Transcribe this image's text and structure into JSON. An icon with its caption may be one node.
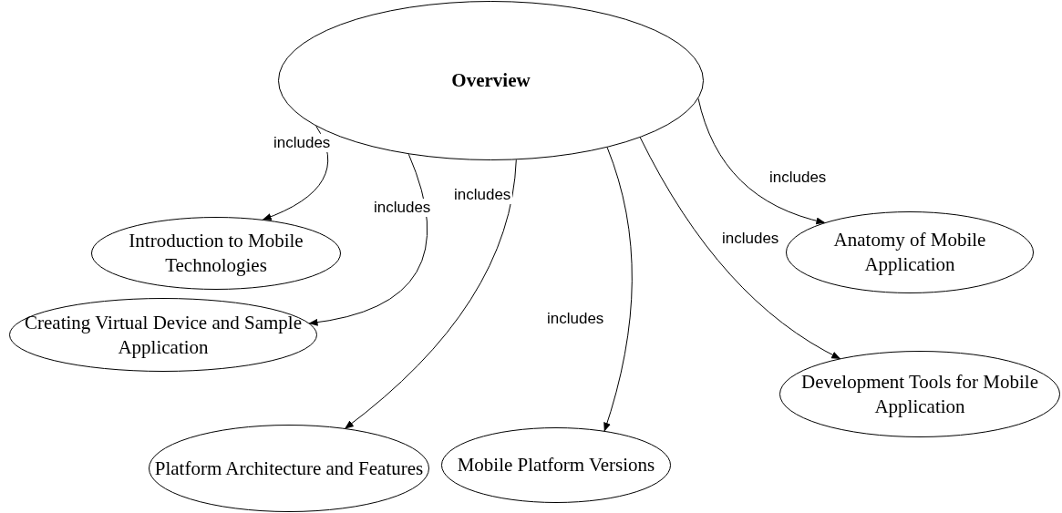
{
  "diagram": {
    "nodes": [
      {
        "text": [
          "Overview"
        ]
      },
      {
        "text": [
          "Introduction to Mobile Technologies"
        ]
      },
      {
        "text": [
          "Creating Virtual Device and Sample Application"
        ]
      },
      {
        "text": [
          "Platform Architecture and Features"
        ]
      },
      {
        "text": [
          "Mobile Platform Versions"
        ]
      },
      {
        "text": [
          "Anatomy of Mobile Application"
        ]
      },
      {
        "text": [
          "Development Tools for Mobile Application"
        ]
      }
    ],
    "edges": [
      {
        "from": 0,
        "to": 1,
        "arrow": "to",
        "label": "includes"
      },
      {
        "from": 0,
        "to": 2,
        "arrow": "to",
        "label": "includes"
      },
      {
        "from": 0,
        "to": 3,
        "arrow": "to",
        "label": "includes"
      },
      {
        "from": 0,
        "to": 4,
        "arrow": "to",
        "label": "includes"
      },
      {
        "from": 0,
        "to": 6,
        "arrow": "to",
        "label": "includes"
      },
      {
        "from": 0,
        "to": 5,
        "arrow": "to",
        "label": "includes"
      }
    ]
  }
}
